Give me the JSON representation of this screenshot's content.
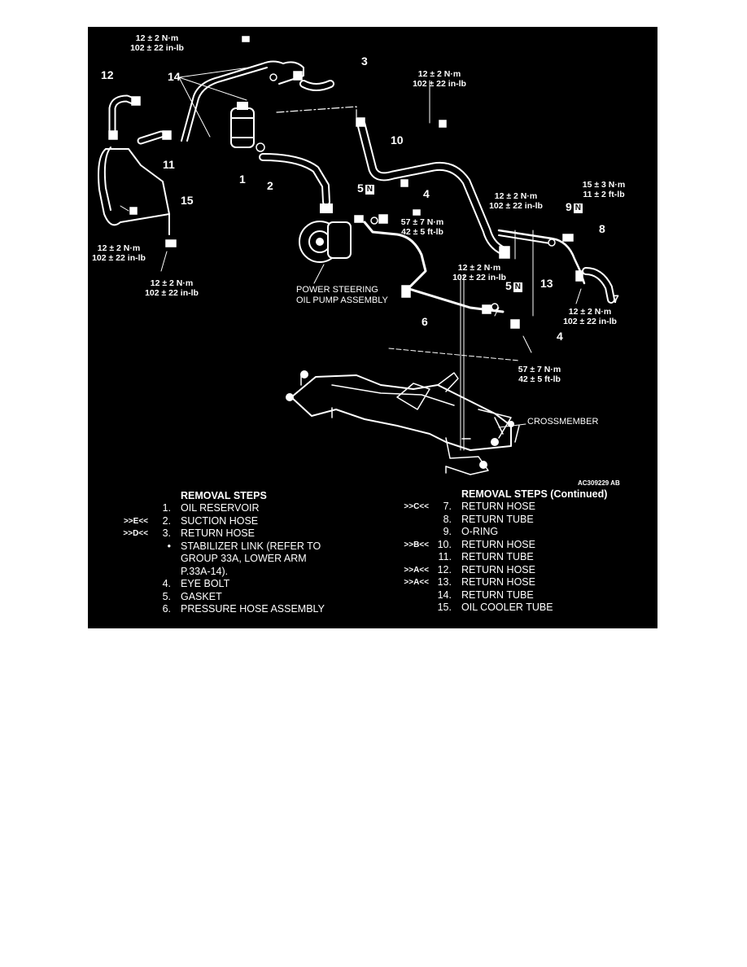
{
  "figure": {
    "code": "AC309229 AB",
    "callouts": [
      "1",
      "2",
      "3",
      "4",
      "4",
      "5",
      "5",
      "6",
      "7",
      "8",
      "9",
      "10",
      "11",
      "12",
      "13",
      "14",
      "15"
    ],
    "torques": {
      "t_top_left": [
        "12 ± 2 N·m",
        "102 ± 22 in-lb"
      ],
      "t_top_right": [
        "12 ± 2 N·m",
        "102 ± 22 in-lb"
      ],
      "t_left_mid": [
        "12 ± 2 N·m",
        "102 ± 22 in-lb"
      ],
      "t_left_low": [
        "12 ± 2 N·m",
        "102 ± 22 in-lb"
      ],
      "t_eye_bolt_upper": [
        "57 ± 7 N·m",
        "42 ± 5 ft-lb"
      ],
      "t_right_mid": [
        "12 ± 2 N·m",
        "102 ± 22 in-lb"
      ],
      "t_far_right": [
        "15 ± 3 N·m",
        "11 ± 2 ft-lb"
      ],
      "t_center_mid": [
        "12 ± 2 N·m",
        "102 ± 22 in-lb"
      ],
      "t_right_low": [
        "12 ± 2 N·m",
        "102 ± 22 in-lb"
      ],
      "t_eye_bolt_lower": [
        "57 ± 7 N·m",
        "42 ± 5 ft-lb"
      ]
    },
    "pump_label": [
      "POWER STEERING",
      "OIL PUMP ASSEMBLY"
    ],
    "crossmember_label": "CROSSMEMBER",
    "n_mark": "N"
  },
  "removal_left": {
    "heading": "REMOVAL STEPS",
    "steps": [
      {
        "marker": "",
        "num": "1.",
        "text": "OIL RESERVOIR"
      },
      {
        "marker": ">>E<<",
        "num": "2.",
        "text": "SUCTION HOSE"
      },
      {
        "marker": ">>D<<",
        "num": "3.",
        "text": "RETURN HOSE"
      },
      {
        "marker": "",
        "num": "•",
        "text": "STABILIZER LINK (REFER TO"
      },
      {
        "marker": "",
        "num": "",
        "text": "GROUP 33A, LOWER ARM"
      },
      {
        "marker": "",
        "num": "",
        "text": "P.33A-14)."
      },
      {
        "marker": "",
        "num": "4.",
        "text": "EYE BOLT"
      },
      {
        "marker": "",
        "num": "5.",
        "text": "GASKET"
      },
      {
        "marker": "",
        "num": "6.",
        "text": "PRESSURE HOSE ASSEMBLY"
      }
    ]
  },
  "removal_right": {
    "heading": "REMOVAL STEPS (Continued)",
    "steps": [
      {
        "marker": ">>C<<",
        "num": "7.",
        "text": "RETURN HOSE"
      },
      {
        "marker": "",
        "num": "8.",
        "text": "RETURN TUBE"
      },
      {
        "marker": "",
        "num": "9.",
        "text": "O-RING"
      },
      {
        "marker": ">>B<<",
        "num": "10.",
        "text": "RETURN HOSE"
      },
      {
        "marker": "",
        "num": "11.",
        "text": "RETURN TUBE"
      },
      {
        "marker": ">>A<<",
        "num": "12.",
        "text": "RETURN HOSE"
      },
      {
        "marker": ">>A<<",
        "num": "13.",
        "text": "RETURN HOSE"
      },
      {
        "marker": "",
        "num": "14.",
        "text": "RETURN TUBE"
      },
      {
        "marker": "",
        "num": "15.",
        "text": "OIL COOLER TUBE"
      }
    ]
  }
}
